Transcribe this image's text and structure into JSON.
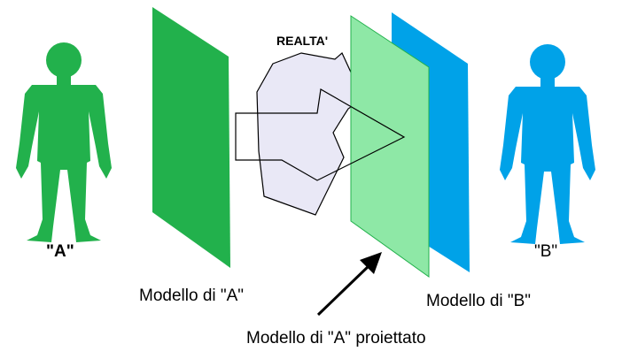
{
  "colors": {
    "green": "#22b14c",
    "blue": "#00a2e8",
    "light_green": "#8ee8a6",
    "reality_fill": "#e9e8f6",
    "outline": "#000000"
  },
  "labels": {
    "person_a": "\"A\"",
    "person_b": "\"B\"",
    "reality": "REALTA'",
    "model_a": "Modello di \"A\"",
    "model_b": "Modello di \"B\"",
    "model_projected": "Modello di \"A\" proiettato"
  }
}
